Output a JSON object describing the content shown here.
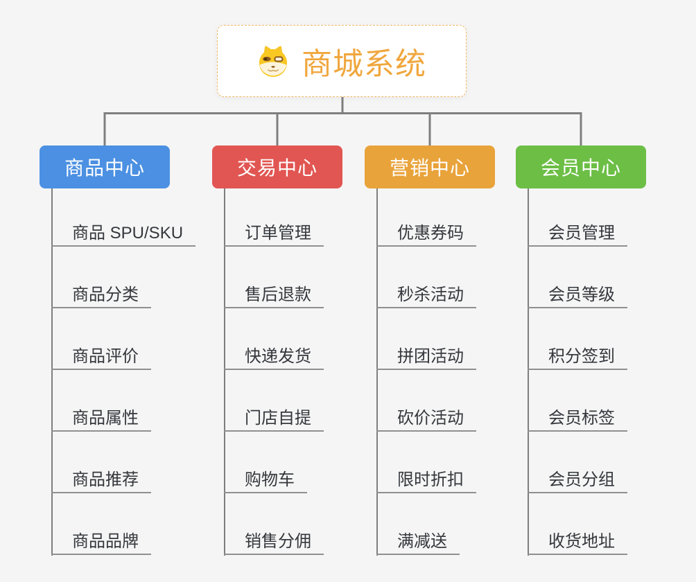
{
  "root": {
    "title": "商城系统",
    "icon": "doge-icon"
  },
  "branches": [
    {
      "label": "商品中心",
      "color": "#4B90E2",
      "children": [
        "商品 SPU/SKU",
        "商品分类",
        "商品评价",
        "商品属性",
        "商品推荐",
        "商品品牌"
      ]
    },
    {
      "label": "交易中心",
      "color": "#E15652",
      "children": [
        "订单管理",
        "售后退款",
        "快递发货",
        "门店自提",
        "购物车",
        "销售分佣"
      ]
    },
    {
      "label": "营销中心",
      "color": "#E9A33B",
      "children": [
        "优惠券码",
        "秒杀活动",
        "拼团活动",
        "砍价活动",
        "限时折扣",
        "满减送"
      ]
    },
    {
      "label": "会员中心",
      "color": "#6CBE45",
      "children": [
        "会员管理",
        "会员等级",
        "积分签到",
        "会员标签",
        "会员分组",
        "收货地址"
      ]
    }
  ],
  "colors": {
    "background": "#F5F5F5",
    "root_text": "#F0A73E",
    "root_border": "#F2B763",
    "connector": "#7E7E7E",
    "leaf_line": "#8F8F8F",
    "leaf_text": "#34373C"
  }
}
